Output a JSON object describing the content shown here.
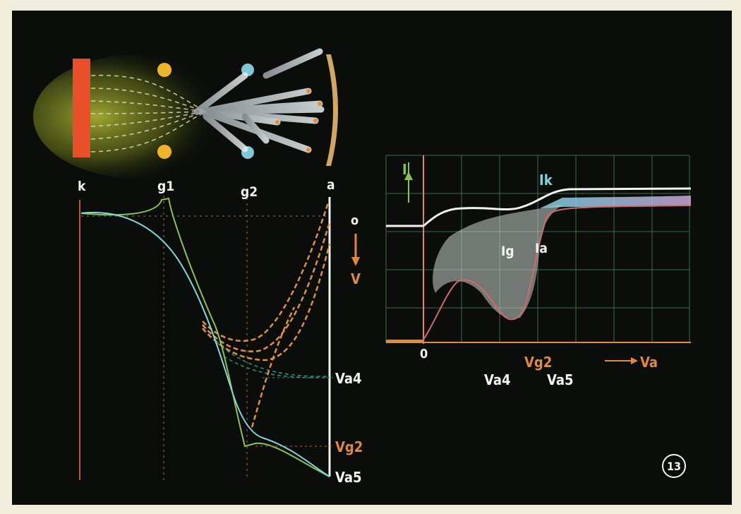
{
  "tube": {
    "electrodes": {
      "k": "k",
      "g1": "g1",
      "g2": "g2",
      "a": "a"
    }
  },
  "potential": {
    "zero": "o",
    "axis": "V",
    "va4": "Va4",
    "vg2": "Vg2",
    "va5": "Va5"
  },
  "characteristic": {
    "y_axis": "I",
    "x_axis": "Va",
    "origin": "0",
    "ik": "Ik",
    "ig": "Ig",
    "ia": "Ia",
    "tick_va4": "Va4",
    "tick_vg2": "Vg2",
    "tick_va5": "Va5"
  },
  "figure_number": "13",
  "colors": {
    "background": "#0a0d09",
    "cathode": "#e8502a",
    "orange": "#e2893a",
    "green": "#8bc34a",
    "cyan": "#7fd8e0",
    "white": "#f5f5ef",
    "grid": "#3f6a4e"
  }
}
